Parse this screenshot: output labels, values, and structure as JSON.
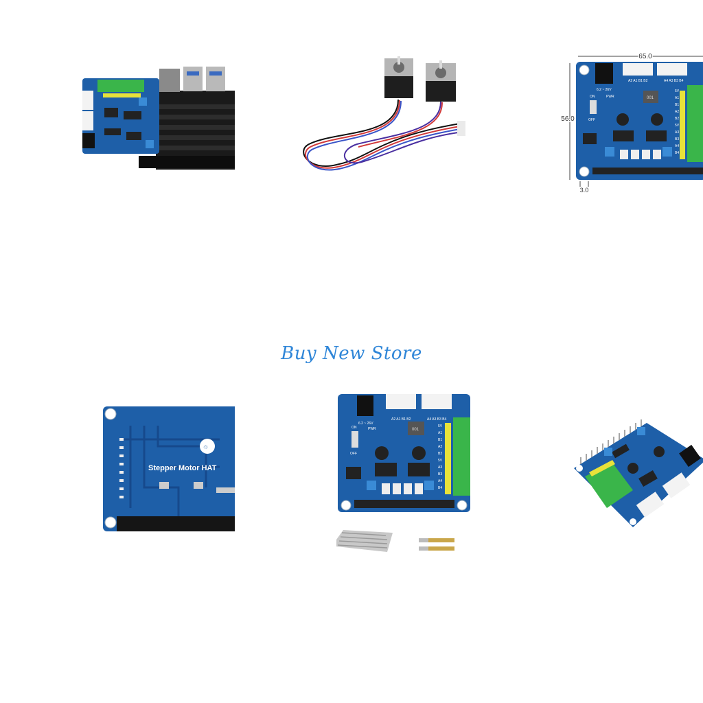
{
  "banner": {
    "store_name": "Buy New Store"
  },
  "dimension_drawing": {
    "width_label": "65.0",
    "height_label": "56.0",
    "hole_label": "3.0"
  },
  "board_labels": {
    "voltage": "6.2 ~ 26V",
    "switch_on": "ON",
    "switch_off": "OFF",
    "power": "PWR",
    "chip_mark": "001",
    "terminal_left": "A2 A1 B1 B2",
    "terminal_right": "A4 A3 B3 B4",
    "side_pins": [
      "5V",
      "A1",
      "B1",
      "A2",
      "B2",
      "5V",
      "A3",
      "B3",
      "A4",
      "B4"
    ]
  },
  "board_back": {
    "title": "Stepper Motor HAT"
  },
  "colors": {
    "pcb_blue": "#1e5fa8",
    "pcb_dark": "#0f3f80",
    "terminal_green": "#3ab54a",
    "header_yellow": "#e8e23a",
    "banner_blue": "#2f86d8"
  }
}
